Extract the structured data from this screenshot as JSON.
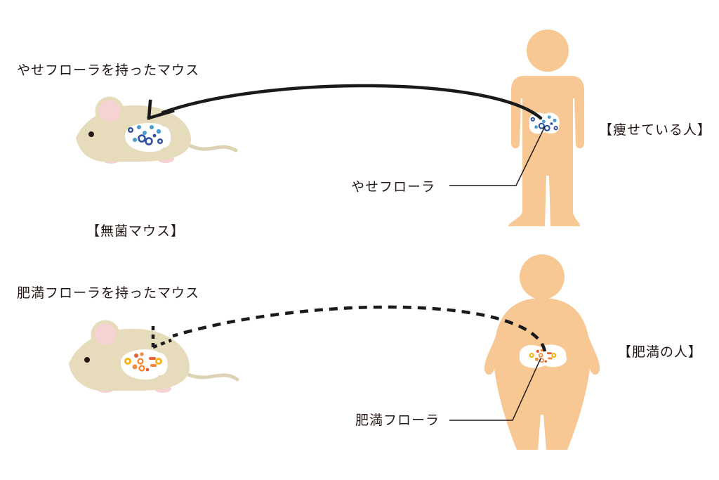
{
  "labels": {
    "lean_mouse": "やせフローラを持ったマウス",
    "lean_person": "【痩せている人】",
    "lean_flora": "やせフローラ",
    "germfree_mouse": "【無菌マウス】",
    "obese_mouse": "肥満フローラを持ったマウス",
    "obese_person": "【肥満の人】",
    "obese_flora": "肥満フローラ"
  },
  "colors": {
    "mouse_body": "#e6dcbc",
    "mouse_ear": "#f5d3d3",
    "mouse_tail": "#ddd2b4",
    "human": "#f7c893",
    "lean_bacteria_dark": "#2a4f9e",
    "lean_bacteria_light": "#4a9bd0",
    "obese_bacteria_orange": "#f08a3a",
    "obese_bacteria_yellow": "#f7b418",
    "obese_bacteria_red": "#e8603a",
    "arrow": "#1a1a1a"
  },
  "icons": {
    "lean_mouse": "mouse-icon",
    "obese_mouse": "mouse-icon",
    "lean_person": "slim-person-icon",
    "obese_person": "obese-person-icon"
  }
}
